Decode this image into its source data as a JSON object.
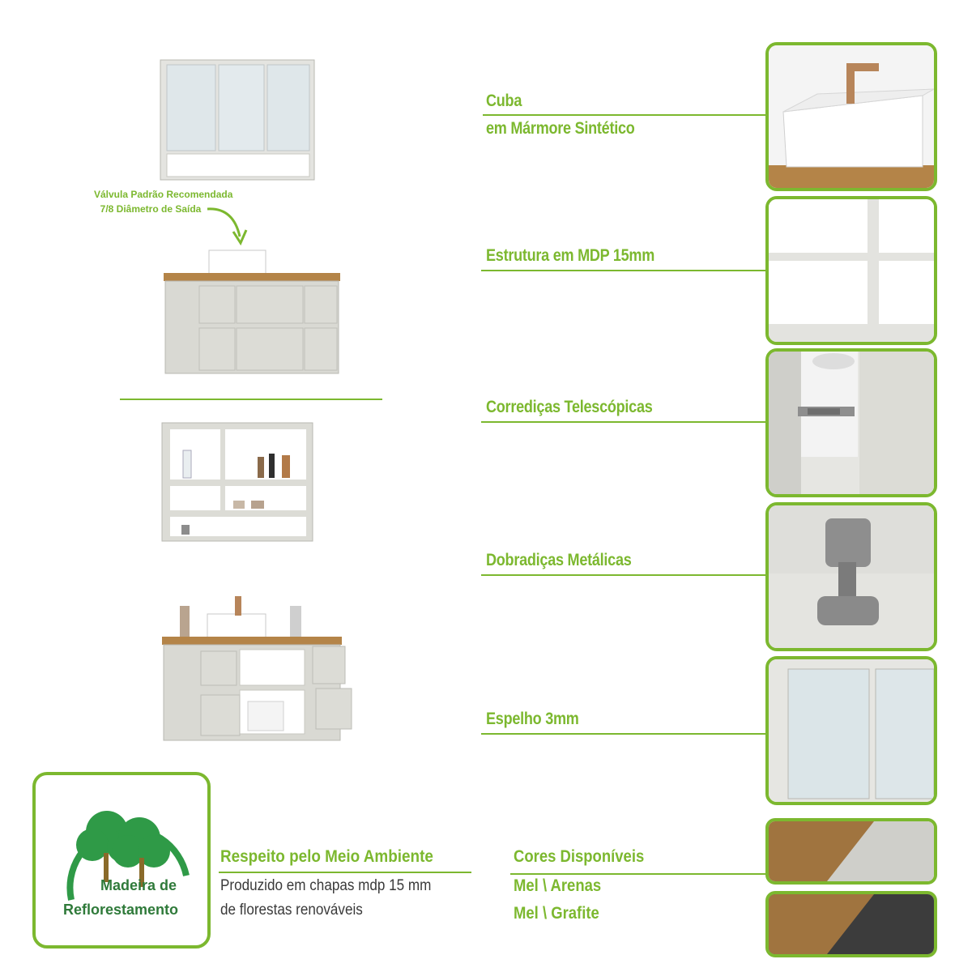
{
  "features": [
    {
      "id": "cuba",
      "lines": [
        "Cuba",
        "em Mármore Sintético"
      ]
    },
    {
      "id": "estrutura",
      "lines": [
        "Estrutura em MDP 15mm"
      ]
    },
    {
      "id": "corredicas",
      "lines": [
        "Corrediças Telescópicas"
      ]
    },
    {
      "id": "dobradicas",
      "lines": [
        "Dobradiças Metálicas"
      ]
    },
    {
      "id": "espelho",
      "lines": [
        "Espelho 3mm"
      ]
    }
  ],
  "valve_note": [
    "Válvula Padrão Recomendada",
    "7/8 Diâmetro de Saída"
  ],
  "eco_badge": {
    "line1": "Madeira de",
    "line2": "Reflorestamento"
  },
  "eco": {
    "title": "Respeito pelo Meio Ambiente",
    "text1": "Produzido em chapas mdp 15 mm",
    "text2": "de florestas renováveis"
  },
  "colors": {
    "title": "Cores Disponíveis",
    "options": [
      "Mel \\ Arenas",
      "Mel \\ Grafite"
    ],
    "accent": "#7cb82f",
    "mel": "#a0743f",
    "arenas": "#cfcfca",
    "grafite": "#3c3c3c"
  },
  "icons": [
    "eco-badge-tree-icon",
    "curved-arrow-icon"
  ]
}
